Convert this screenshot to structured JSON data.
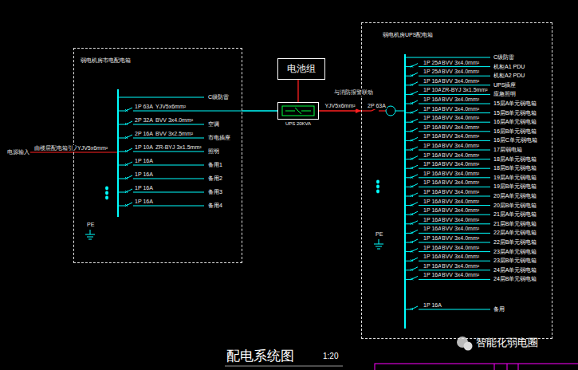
{
  "diagram": {
    "title": "配电系统图",
    "nodes": [
      {
        "text": [
          "弱电机房市电配电箱"
        ]
      },
      {
        "text": [
          "电池组"
        ]
      },
      {
        "text": [
          "UPS 20KVA"
        ]
      },
      {
        "text": [
          "弱电机房UPS配电箱"
        ]
      }
    ],
    "edges": [
      {
        "from": 0,
        "to": 2,
        "arrow": "none"
      },
      {
        "from": 1,
        "to": 2,
        "arrow": "none"
      },
      {
        "from": 2,
        "to": 3,
        "arrow": "to",
        "label": "YJV5x6mm²"
      }
    ],
    "labels": [
      "电源输入",
      "由楼层配电箱引入",
      "YJV5x6mm²",
      "C级防雷",
      "1P 63A",
      "YJV5x6mm²",
      "2P 32A",
      "BVV 3x4.0mm²",
      "空调",
      "2P 16A",
      "BVV 3x2.5mm²",
      "市电插座",
      "1P 10A",
      "ZR-BYJ 3x1.5mm²",
      "照明",
      "1P 16A",
      "备用1",
      "1P 16A",
      "备用2",
      "1P 16A",
      "备用3",
      "1P 16A",
      "备用4",
      "PE",
      "与消防报警联动",
      "2P 63A",
      "C级防雷",
      "1P 25A",
      "BVV 3x4.0mm²",
      "机柜A1 PDU",
      "1P 25A",
      "BVV 3x4.0mm²",
      "机柜A2 PDU",
      "1P 16A",
      "BVV 3x4.0mm²",
      "UPS插座",
      "1P 10A",
      "ZR-BYJ 3x1.5mm²",
      "应急照明",
      "1P 16A",
      "BVV 3x4.0mm²",
      "15层A单元弱电箱",
      "1P 16A",
      "BVV 3x4.0mm²",
      "15层B单元弱电箱",
      "1P 16A",
      "BVV 3x4.0mm²",
      "16层A单元弱电箱",
      "1P 16A",
      "BVV 3x4.0mm²",
      "16层B单元弱电箱",
      "1P 16A",
      "BVV 3x4.0mm²",
      "16层C单元弱电箱",
      "1P 16A",
      "BVV 3x4.0mm²",
      "17层弱电箱",
      "1P 16A",
      "BVV 3x4.0mm²",
      "18层A单元弱电箱",
      "1P 16A",
      "BVV 3x4.0mm²",
      "18层B单元弱电箱",
      "1P 16A",
      "BVV 3x4.0mm²",
      "19层A单元弱电箱",
      "1P 16A",
      "BVV 3x4.0mm²",
      "19层B单元弱电箱",
      "1P 16A",
      "BVV 3x4.0mm²",
      "20层A单元弱电箱",
      "1P 16A",
      "BVV 3x4.0mm²",
      "20层B单元弱电箱",
      "1P 16A",
      "BVV 3x4.0mm²",
      "21层A单元弱电箱",
      "1P 16A",
      "BVV 3x4.0mm²",
      "21层B单元弱电箱",
      "1P 16A",
      "BVV 3x4.0mm²",
      "22层A单元弱电箱",
      "1P 16A",
      "BVV 3x4.0mm²",
      "22层B单元弱电箱",
      "1P 16A",
      "BVV 3x4.0mm²",
      "23层A单元弱电箱",
      "1P 16A",
      "BVV 3x4.0mm²",
      "23层B单元弱电箱",
      "1P 16A",
      "BVV 3x4.0mm²",
      "24层A单元弱电箱",
      "1P 16A",
      "BVV 3x4.0mm²",
      "24层B单元弱电箱",
      "1P 16A",
      "备用",
      "PE",
      "1:20",
      "智能化弱电圈"
    ]
  }
}
